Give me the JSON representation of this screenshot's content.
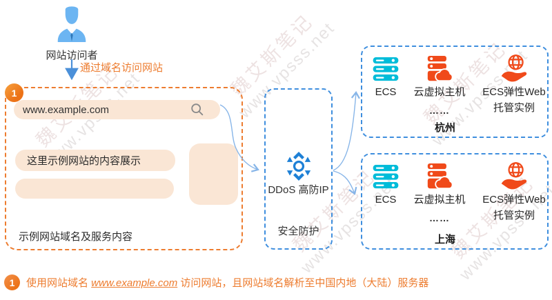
{
  "visitor": {
    "label": "网站访问者"
  },
  "flow": {
    "domain_access_label": "通过域名访问网站"
  },
  "website_box": {
    "step_badge": "1",
    "address_bar": {
      "url": "www.example.com"
    },
    "content_line": "这里示例网站的内容展示",
    "caption": "示例网站域名及服务内容"
  },
  "ddos_box": {
    "title": "DDoS 高防IP",
    "subtitle": "安全防护"
  },
  "regions": [
    {
      "name": "杭州",
      "ellipsis": "……",
      "services": [
        {
          "icon": "ecs-server-icon",
          "line1": "ECS",
          "line2": ""
        },
        {
          "icon": "cloud-virtual-host-icon",
          "line1": "云虚拟主机",
          "line2": ""
        },
        {
          "icon": "web-hosting-hand-globe-icon",
          "line1": "ECS弹性Web",
          "line2": "托管实例"
        }
      ]
    },
    {
      "name": "上海",
      "ellipsis": "……",
      "services": [
        {
          "icon": "ecs-server-icon",
          "line1": "ECS",
          "line2": ""
        },
        {
          "icon": "cloud-virtual-host-icon",
          "line1": "云虚拟主机",
          "line2": ""
        },
        {
          "icon": "web-hosting-hand-globe-icon",
          "line1": "ECS弹性Web",
          "line2": "托管实例"
        }
      ]
    }
  ],
  "footnote": {
    "badge": "1",
    "text_before": "使用网站域名 ",
    "link": "www.example.com",
    "text_after": " 访问网站，且网站域名解析至中国内地（大陆）服务器"
  },
  "watermark": {
    "brand": "魏艾斯笔记",
    "url": "www.vpsss.net"
  },
  "colors": {
    "accent_orange": "#ED7C2F",
    "accent_blue": "#3E8EDE",
    "arrow_blue": "#87B5E8",
    "person_blue": "#6CB5F2",
    "ddos_icon_blue": "#1E80D6",
    "icon_cyan": "#00BCD9",
    "icon_red": "#F04A1A",
    "fill_peach": "#FAE6D5"
  }
}
